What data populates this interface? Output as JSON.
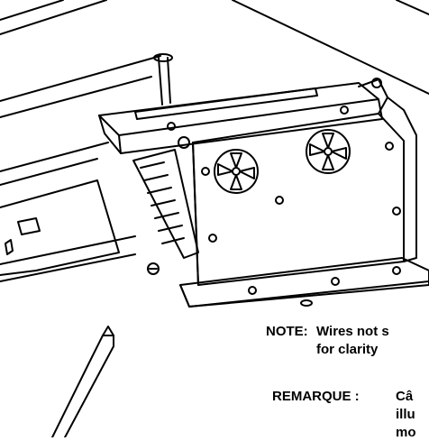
{
  "notes": {
    "en": {
      "label": "NOTE:",
      "line1": "Wires not s",
      "line2": "for clarity"
    },
    "fr": {
      "label": "REMARQUE :",
      "line1": "Câ",
      "line2": "illu",
      "line3": "mo"
    }
  }
}
